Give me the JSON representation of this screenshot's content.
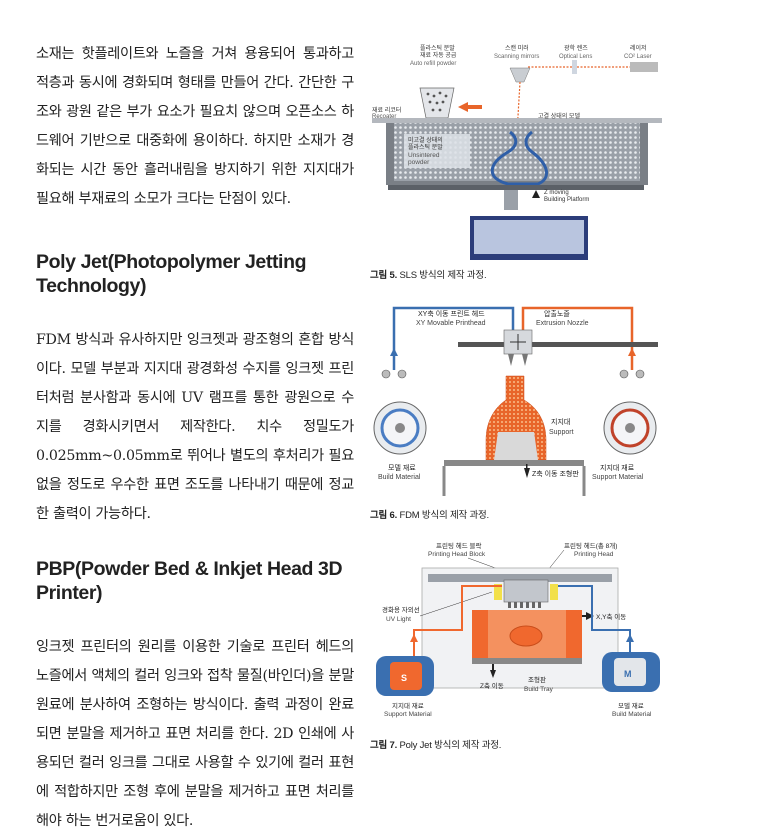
{
  "intro": {
    "paragraph": "소재는 핫플레이트와 노즐을 거쳐 용융되어 통과하고 적층과 동시에 경화되며 형태를 만들어 간다. 간단한 구조와 광원 같은 부가 요소가 필요치 않으며 오픈소스 하드웨어 기반으로 대중화에 용이하다. 하지만 소재가 경화되는 시간 동안 흘러내림을 방지하기 위한 지지대가 필요해 부재료의 소모가 크다는 단점이 있다."
  },
  "polyjet": {
    "heading_line1": "Poly Jet(Photopolymer Jetting",
    "heading_line2": "Technology)",
    "paragraph": "FDM 방식과 유사하지만 잉크젯과 광조형의 혼합 방식이다. 모델 부분과 지지대 광경화성 수지를 잉크젯 프린터처럼 분사함과 동시에 UV 램프를 통한 광원으로 수지를 경화시키면서 제작한다. 치수 정밀도가 0.025mm~0.05mm로 뛰어나 별도의 후처리가 필요 없을 정도로 우수한 표면 조도를 나타내기 때문에 정교한 출력이 가능하다."
  },
  "pbp": {
    "heading_line1": "PBP(Powder Bed & Inkjet Head 3D",
    "heading_line2": "Printer)",
    "paragraph": "잉크젯 프린터의 원리를 이용한 기술로 프린터 헤드의 노즐에서 액체의 컬러 잉크와 접착 물질(바인더)을 분말 원료에 분사하여 조형하는 방식이다. 출력 과정이 완료되면 분말을 제거하고 표면 처리를 한다. 2D 인쇄에 사용되던 컬러 잉크를 그대로 사용할 수 있기에 컬러 표현에 적합하지만 조형 후에 분말을 제거하고 표면 처리를 해야 하는 번거로움이 있다."
  },
  "fig5": {
    "caption_num": "그림 5.",
    "caption_text": " SLS 방식의 제작 과정.",
    "labels": {
      "refill_ko": "플라스틱 분말",
      "refill_ko2": "재료 자동 공급",
      "refill_en": "Auto refill powder",
      "mirror_ko": "스캔 미러",
      "mirror_en": "Scanning mirrors",
      "lens_ko": "광학 렌즈",
      "lens_en": "Optical Lens",
      "laser_ko": "레이저",
      "laser_en": "CO² Laser",
      "recoater_ko": "재료 리코터",
      "recoater_en": "Recoater",
      "solid_ko": "고결 상태의 모델",
      "unsintered_ko": "미고결 상태의",
      "unsintered_ko2": "플라스틱 분말",
      "unsintered_en1": "Unsintered",
      "unsintered_en2": "powder",
      "platform_en1": "Z moving",
      "platform_en2": "Building Platform"
    }
  },
  "fig6": {
    "caption_num": "그림 6.",
    "caption_text": " FDM 방식의 제작 과정.",
    "labels": {
      "head_ko": "XY축 이동 프린트 헤드",
      "head_en": "XY Movable Printhead",
      "nozzle_ko": "압출노즐",
      "nozzle_en": "Extrusion Nozzle",
      "support_ko": "지지대",
      "support_en": "Support",
      "build_ko": "모델 재료",
      "build_en": "Build Material",
      "zstage_ko": "Z축 이동 조형판",
      "supmat_ko": "지지대 재료",
      "supmat_en": "Support Material"
    }
  },
  "fig7": {
    "caption_num": "그림 7.",
    "caption_text": " Poly Jet 방식의 제작 과정.",
    "labels": {
      "block_ko": "프린팅 헤드 블락",
      "block_en": "Printing Head Block",
      "head_ko": "프린팅 헤드(총 8개)",
      "head_en": "Printing Head",
      "uv_ko": "경화용 자외선",
      "uv_en": "UV Light",
      "xy_ko": "X,Y축 이동",
      "z_ko": "Z축 이동",
      "tray_ko": "조형판",
      "tray_en": "Build Tray",
      "supmat_ko": "지지대 재료",
      "supmat_en": "Support Material",
      "model_ko": "모델 재료",
      "model_en": "Build Material",
      "s_mark": "S",
      "m_mark": "M"
    }
  },
  "colors": {
    "orange": "#e8652a",
    "blue": "#3a6fb0",
    "grey": "#8a8d92"
  }
}
